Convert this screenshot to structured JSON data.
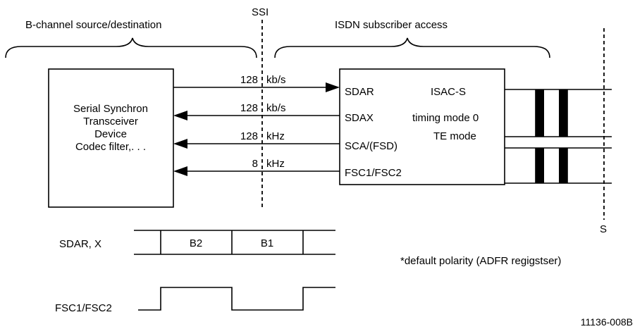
{
  "top_labels": {
    "left_group": "B-channel source/destination",
    "ssi": "SSI",
    "right_group": "ISDN subscriber access"
  },
  "source_box": {
    "lines": [
      "Serial Synchron",
      "Transceiver",
      "Device",
      "Codec filter,. . ."
    ]
  },
  "isac_box": {
    "title": "ISAC-S",
    "mode_line1": "timing mode 0",
    "mode_line2": "TE mode",
    "pins": [
      "SDAR",
      "SDAX",
      "SCA/(FSD)",
      "FSC1/FSC2"
    ]
  },
  "signals": [
    {
      "rate": "128",
      "unit": "kb/s"
    },
    {
      "rate": "128",
      "unit": "kb/s"
    },
    {
      "rate": "128",
      "unit": "kHz"
    },
    {
      "rate": "8",
      "unit": "kHz"
    }
  ],
  "s_label": "S",
  "timing": {
    "sdar_label": "SDAR, X",
    "slot_b2": "B2",
    "slot_b1": "B1",
    "fsc_label": "FSC1/FSC2"
  },
  "footnote": "*default polarity (ADFR regigstser)",
  "figure_id": "11136-008B"
}
